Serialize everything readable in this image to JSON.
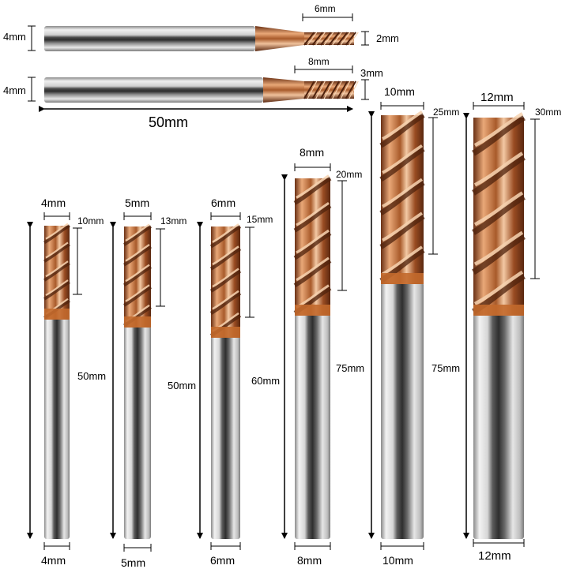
{
  "colors": {
    "background": "#ffffff",
    "dimension_line": "#000000",
    "shank_light": "#e4e4e4",
    "shank_dark": "#3c3c3c",
    "flute_copper": "#b86a3a",
    "flute_highlight": "#f1c9a6",
    "flute_shadow": "#5a2a12"
  },
  "small_tools": [
    {
      "id": "tool-a",
      "shank_diameter": "4mm",
      "cutting_length": "6mm",
      "cutting_diameter": "2mm"
    },
    {
      "id": "tool-b",
      "shank_diameter": "4mm",
      "cutting_length": "8mm",
      "cutting_diameter": "3mm"
    }
  ],
  "small_overall_length": "50mm",
  "tools": [
    {
      "id": "tool-4",
      "top_diameter": "4mm",
      "flute_length": "10mm",
      "overall_length": "",
      "shank_diameter": "4mm",
      "icon": "end-mill-icon"
    },
    {
      "id": "tool-5",
      "top_diameter": "5mm",
      "flute_length": "13mm",
      "overall_length": "50mm",
      "shank_diameter": "5mm",
      "icon": "end-mill-icon"
    },
    {
      "id": "tool-6",
      "top_diameter": "6mm",
      "flute_length": "15mm",
      "overall_length": "50mm",
      "shank_diameter": "6mm",
      "icon": "end-mill-icon"
    },
    {
      "id": "tool-8",
      "top_diameter": "8mm",
      "flute_length": "20mm",
      "overall_length": "60mm",
      "shank_diameter": "8mm",
      "icon": "end-mill-icon"
    },
    {
      "id": "tool-10",
      "top_diameter": "10mm",
      "flute_length": "25mm",
      "overall_length": "75mm",
      "shank_diameter": "10mm",
      "icon": "end-mill-icon"
    },
    {
      "id": "tool-12",
      "top_diameter": "12mm",
      "flute_length": "30mm",
      "overall_length": "75mm",
      "shank_diameter": "12mm",
      "icon": "end-mill-icon"
    }
  ]
}
